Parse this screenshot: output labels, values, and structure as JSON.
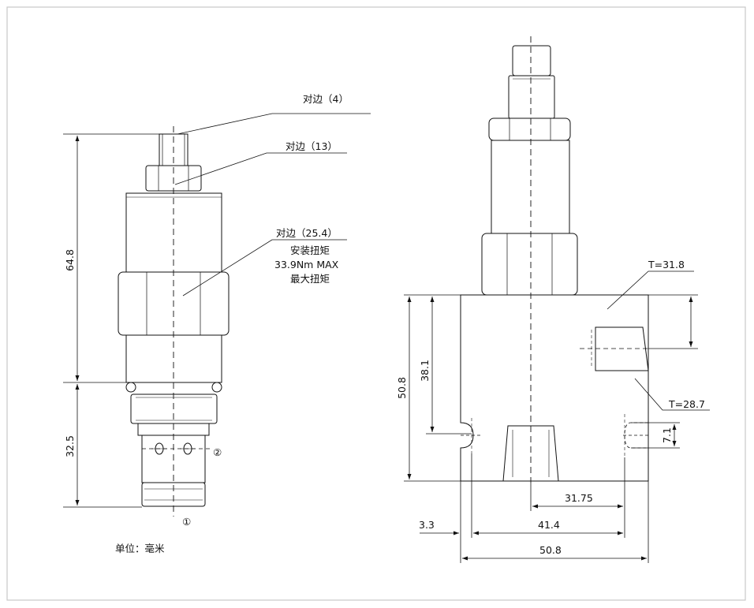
{
  "labels": {
    "flats_4": "对边（4）",
    "flats_13": "对边（13）",
    "flats_25": "对边（25.4）",
    "install_torque": "安装扭矩",
    "torque_value": "33.9Nm MAX",
    "max_torque": "最大扭矩",
    "port_1": "①",
    "port_2": "②",
    "unit": "单位：毫米",
    "t_top": "T=31.8",
    "t_bottom": "T=28.7"
  },
  "dimensions": {
    "cartridge_height": "64.8",
    "cartridge_lower": "32.5",
    "body_height": "50.8",
    "cavity_depth": "38.1",
    "port_offset": "7.1",
    "port_center_x": "31.75",
    "port_spacing": "41.4",
    "edge_offset": "3.3",
    "body_width": "50.8"
  },
  "colors": {
    "line": "#111111",
    "frame": "#c8c8c8"
  }
}
